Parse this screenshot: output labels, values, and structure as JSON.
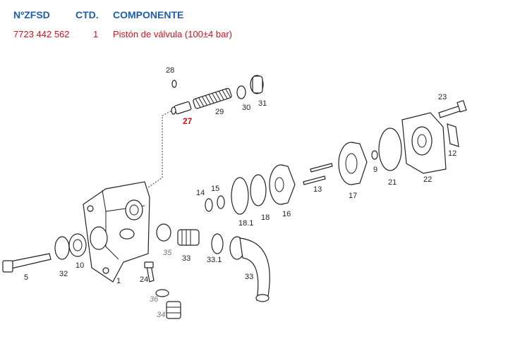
{
  "header": {
    "col1": "NºZFSD",
    "col2": "CTD.",
    "col3": "COMPONENTE"
  },
  "row": {
    "zfsd": "7723 442 562",
    "qty": "1",
    "component": "Pistón de válvula (100±4 bar)"
  },
  "labels": {
    "p28": "28",
    "p27": "27",
    "p29": "29",
    "p30": "30",
    "p31": "31",
    "p23": "23",
    "p12": "12",
    "p9": "9",
    "p21": "21",
    "p22": "22",
    "p13": "13",
    "p17": "17",
    "p14": "14",
    "p15": "15",
    "p18_1": "18.1",
    "p18": "18",
    "p16": "16",
    "p35": "35",
    "p33a": "33",
    "p33_1": "33.1",
    "p33b": "33",
    "p32": "32",
    "p10": "10",
    "p5": "5",
    "p1": "1",
    "p24": "24",
    "p36": "36",
    "p34": "34"
  }
}
